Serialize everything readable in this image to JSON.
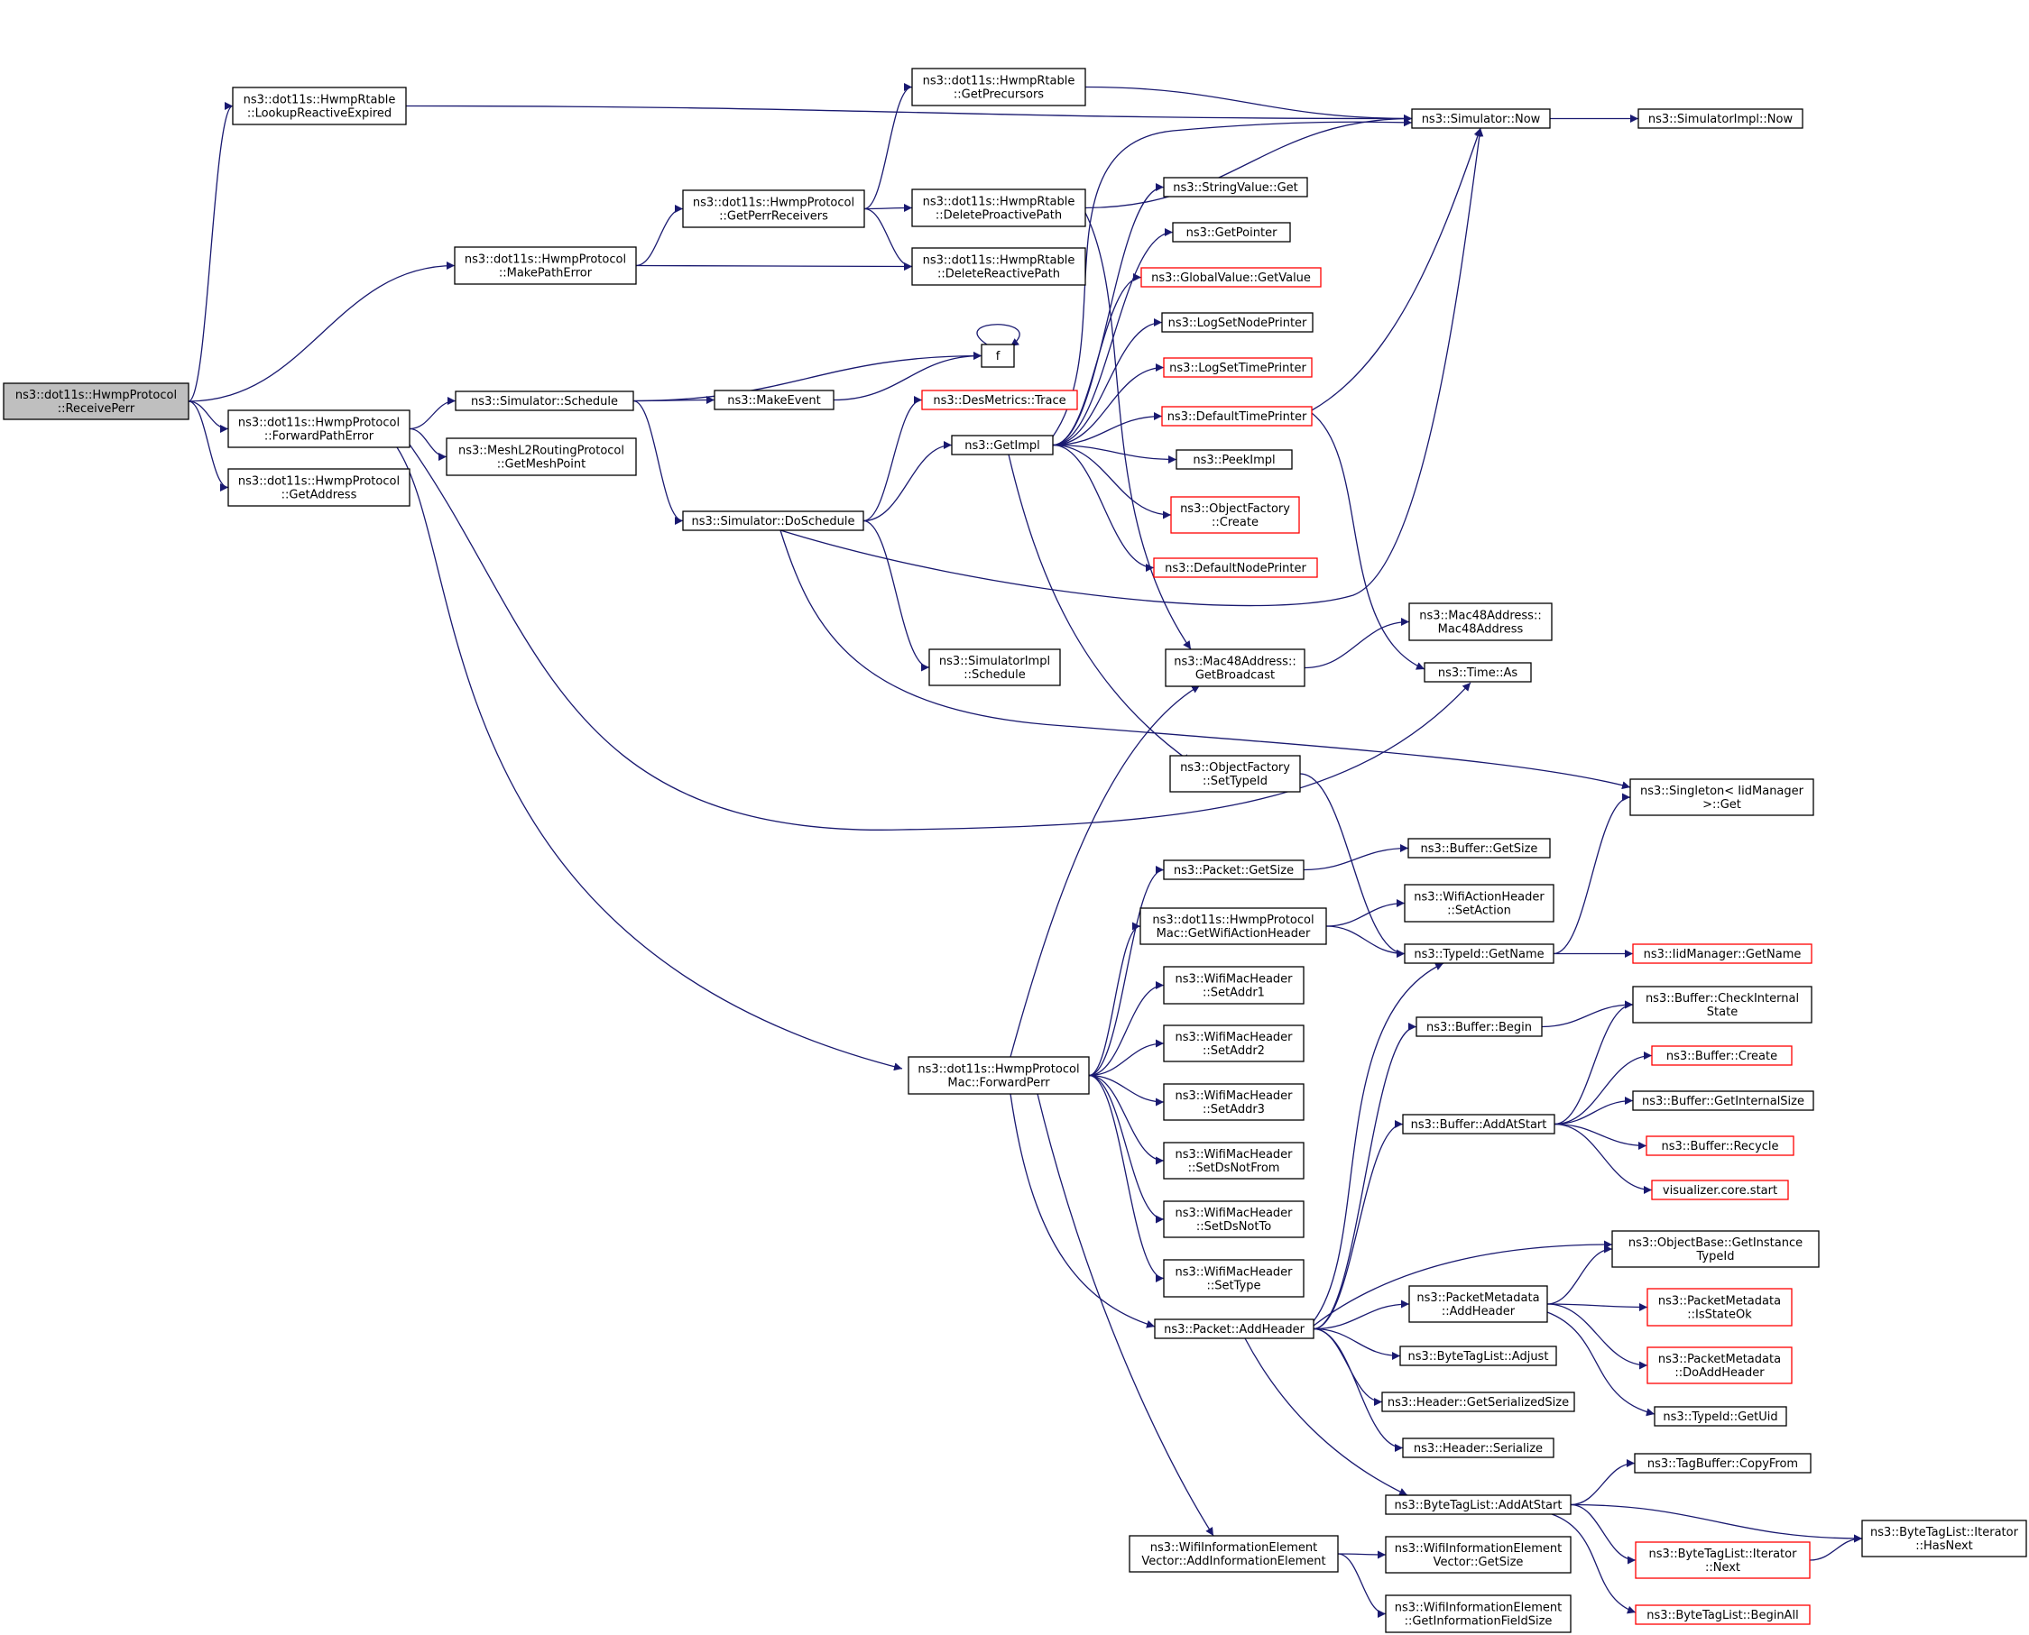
{
  "graph": {
    "nodes": [
      {
        "id": "receivePerr",
        "lines": [
          "ns3::dot11s::HwmpProtocol",
          "::ReceivePerr"
        ],
        "red": false,
        "root": true
      },
      {
        "id": "lookupReactiveExpired",
        "lines": [
          "ns3::dot11s::HwmpRtable",
          "::LookupReactiveExpired"
        ],
        "red": false
      },
      {
        "id": "makePathError",
        "lines": [
          "ns3::dot11s::HwmpProtocol",
          "::MakePathError"
        ],
        "red": false
      },
      {
        "id": "forwardPathError",
        "lines": [
          "ns3::dot11s::HwmpProtocol",
          "::ForwardPathError"
        ],
        "red": false
      },
      {
        "id": "getAddress",
        "lines": [
          "ns3::dot11s::HwmpProtocol",
          "::GetAddress"
        ],
        "red": false
      },
      {
        "id": "getPerrReceivers",
        "lines": [
          "ns3::dot11s::HwmpProtocol",
          "::GetPerrReceivers"
        ],
        "red": false
      },
      {
        "id": "getPrecursors",
        "lines": [
          "ns3::dot11s::HwmpRtable",
          "::GetPrecursors"
        ],
        "red": false
      },
      {
        "id": "deleteProactivePath",
        "lines": [
          "ns3::dot11s::HwmpRtable",
          "::DeleteProactivePath"
        ],
        "red": false
      },
      {
        "id": "deleteReactivePath",
        "lines": [
          "ns3::dot11s::HwmpRtable",
          "::DeleteReactivePath"
        ],
        "red": false
      },
      {
        "id": "simSchedule",
        "lines": [
          "ns3::Simulator::Schedule"
        ],
        "red": false
      },
      {
        "id": "getMeshPoint",
        "lines": [
          "ns3::MeshL2RoutingProtocol",
          "::GetMeshPoint"
        ],
        "red": false
      },
      {
        "id": "f",
        "lines": [
          "f"
        ],
        "red": false
      },
      {
        "id": "makeEvent",
        "lines": [
          "ns3::MakeEvent"
        ],
        "red": false
      },
      {
        "id": "desMetricsTrace",
        "lines": [
          "ns3::DesMetrics::Trace"
        ],
        "red": true
      },
      {
        "id": "getImpl",
        "lines": [
          "ns3::GetImpl"
        ],
        "red": false
      },
      {
        "id": "doSchedule",
        "lines": [
          "ns3::Simulator::DoSchedule"
        ],
        "red": false
      },
      {
        "id": "simImplSchedule",
        "lines": [
          "ns3::SimulatorImpl",
          "::Schedule"
        ],
        "red": false
      },
      {
        "id": "simNow",
        "lines": [
          "ns3::Simulator::Now"
        ],
        "red": false
      },
      {
        "id": "simImplNow",
        "lines": [
          "ns3::SimulatorImpl::Now"
        ],
        "red": false
      },
      {
        "id": "stringValueGet",
        "lines": [
          "ns3::StringValue::Get"
        ],
        "red": false
      },
      {
        "id": "getPointer",
        "lines": [
          "ns3::GetPointer"
        ],
        "red": false
      },
      {
        "id": "globalValueGetValue",
        "lines": [
          "ns3::GlobalValue::GetValue"
        ],
        "red": true
      },
      {
        "id": "logSetNodePrinter",
        "lines": [
          "ns3::LogSetNodePrinter"
        ],
        "red": false
      },
      {
        "id": "logSetTimePrinter",
        "lines": [
          "ns3::LogSetTimePrinter"
        ],
        "red": true
      },
      {
        "id": "defaultTimePrinter",
        "lines": [
          "ns3::DefaultTimePrinter"
        ],
        "red": true
      },
      {
        "id": "peekImpl",
        "lines": [
          "ns3::PeekImpl"
        ],
        "red": false
      },
      {
        "id": "objectFactoryCreate",
        "lines": [
          "ns3::ObjectFactory",
          "::Create"
        ],
        "red": true
      },
      {
        "id": "defaultNodePrinter",
        "lines": [
          "ns3::DefaultNodePrinter"
        ],
        "red": true
      },
      {
        "id": "mac48Mac48",
        "lines": [
          "ns3::Mac48Address::",
          "Mac48Address"
        ],
        "red": false
      },
      {
        "id": "mac48GetBroadcast",
        "lines": [
          "ns3::Mac48Address::",
          "GetBroadcast"
        ],
        "red": false
      },
      {
        "id": "timeAs",
        "lines": [
          "ns3::Time::As"
        ],
        "red": false
      },
      {
        "id": "objectFactorySetTypeId",
        "lines": [
          "ns3::ObjectFactory",
          "::SetTypeId"
        ],
        "red": false
      },
      {
        "id": "singletonGet",
        "lines": [
          "ns3::Singleton< IidManager",
          ">::Get"
        ],
        "red": false
      },
      {
        "id": "packetGetSize",
        "lines": [
          "ns3::Packet::GetSize"
        ],
        "red": false
      },
      {
        "id": "bufferGetSize",
        "lines": [
          "ns3::Buffer::GetSize"
        ],
        "red": false
      },
      {
        "id": "getWifiActionHeader",
        "lines": [
          "ns3::dot11s::HwmpProtocol",
          "Mac::GetWifiActionHeader"
        ],
        "red": false
      },
      {
        "id": "wifiActionSetAction",
        "lines": [
          "ns3::WifiActionHeader",
          "::SetAction"
        ],
        "red": false
      },
      {
        "id": "typeIdGetName",
        "lines": [
          "ns3::TypeId::GetName"
        ],
        "red": false
      },
      {
        "id": "iidManagerGetName",
        "lines": [
          "ns3::IidManager::GetName"
        ],
        "red": true
      },
      {
        "id": "setAddr1",
        "lines": [
          "ns3::WifiMacHeader",
          "::SetAddr1"
        ],
        "red": false
      },
      {
        "id": "setAddr2",
        "lines": [
          "ns3::WifiMacHeader",
          "::SetAddr2"
        ],
        "red": false
      },
      {
        "id": "setAddr3",
        "lines": [
          "ns3::WifiMacHeader",
          "::SetAddr3"
        ],
        "red": false
      },
      {
        "id": "setDsNotFrom",
        "lines": [
          "ns3::WifiMacHeader",
          "::SetDsNotFrom"
        ],
        "red": false
      },
      {
        "id": "setDsNotTo",
        "lines": [
          "ns3::WifiMacHeader",
          "::SetDsNotTo"
        ],
        "red": false
      },
      {
        "id": "setType",
        "lines": [
          "ns3::WifiMacHeader",
          "::SetType"
        ],
        "red": false
      },
      {
        "id": "macForwardPerr",
        "lines": [
          "ns3::dot11s::HwmpProtocol",
          "Mac::ForwardPerr"
        ],
        "red": false
      },
      {
        "id": "bufferBegin",
        "lines": [
          "ns3::Buffer::Begin"
        ],
        "red": false
      },
      {
        "id": "bufferCheckInternalState",
        "lines": [
          "ns3::Buffer::CheckInternal",
          "State"
        ],
        "red": false
      },
      {
        "id": "bufferCreate",
        "lines": [
          "ns3::Buffer::Create"
        ],
        "red": true
      },
      {
        "id": "bufferAddAtStart",
        "lines": [
          "ns3::Buffer::AddAtStart"
        ],
        "red": false
      },
      {
        "id": "bufferGetInternalSize",
        "lines": [
          "ns3::Buffer::GetInternalSize"
        ],
        "red": false
      },
      {
        "id": "bufferRecycle",
        "lines": [
          "ns3::Buffer::Recycle"
        ],
        "red": true
      },
      {
        "id": "visualizerCoreStart",
        "lines": [
          "visualizer.core.start"
        ],
        "red": true
      },
      {
        "id": "objectBaseGetInstanceTypeId",
        "lines": [
          "ns3::ObjectBase::GetInstance",
          "TypeId"
        ],
        "red": false
      },
      {
        "id": "packetMetadataAddHeader",
        "lines": [
          "ns3::PacketMetadata",
          "::AddHeader"
        ],
        "red": false
      },
      {
        "id": "packetMetadataIsStateOk",
        "lines": [
          "ns3::PacketMetadata",
          "::IsStateOk"
        ],
        "red": true
      },
      {
        "id": "packetAddHeader",
        "lines": [
          "ns3::Packet::AddHeader"
        ],
        "red": false
      },
      {
        "id": "packetMetadataDoAddHeader",
        "lines": [
          "ns3::PacketMetadata",
          "::DoAddHeader"
        ],
        "red": true
      },
      {
        "id": "byteTagListAdjust",
        "lines": [
          "ns3::ByteTagList::Adjust"
        ],
        "red": false
      },
      {
        "id": "typeIdGetUid",
        "lines": [
          "ns3::TypeId::GetUid"
        ],
        "red": false
      },
      {
        "id": "headerGetSerializedSize",
        "lines": [
          "ns3::Header::GetSerializedSize"
        ],
        "red": false
      },
      {
        "id": "headerSerialize",
        "lines": [
          "ns3::Header::Serialize"
        ],
        "red": false
      },
      {
        "id": "tagBufferCopyFrom",
        "lines": [
          "ns3::TagBuffer::CopyFrom"
        ],
        "red": false
      },
      {
        "id": "byteTagListAddAtStart",
        "lines": [
          "ns3::ByteTagList::AddAtStart"
        ],
        "red": false
      },
      {
        "id": "iteratorHasNext",
        "lines": [
          "ns3::ByteTagList::Iterator",
          "::HasNext"
        ],
        "red": false
      },
      {
        "id": "iteratorNext",
        "lines": [
          "ns3::ByteTagList::Iterator",
          "::Next"
        ],
        "red": true
      },
      {
        "id": "byteTagListBeginAll",
        "lines": [
          "ns3::ByteTagList::BeginAll"
        ],
        "red": true
      },
      {
        "id": "addInformationElement",
        "lines": [
          "ns3::WifiInformationElement",
          "Vector::AddInformationElement"
        ],
        "red": false
      },
      {
        "id": "wieVectorGetSize",
        "lines": [
          "ns3::WifiInformationElement",
          "Vector::GetSize"
        ],
        "red": false
      },
      {
        "id": "getInformationFieldSize",
        "lines": [
          "ns3::WifiInformationElement",
          "::GetInformationFieldSize"
        ],
        "red": false
      }
    ],
    "edges": [
      [
        "receivePerr",
        "lookupReactiveExpired"
      ],
      [
        "receivePerr",
        "makePathError"
      ],
      [
        "receivePerr",
        "forwardPathError"
      ],
      [
        "receivePerr",
        "getAddress"
      ],
      [
        "lookupReactiveExpired",
        "simNow"
      ],
      [
        "makePathError",
        "getPerrReceivers"
      ],
      [
        "makePathError",
        "deleteReactivePath"
      ],
      [
        "getPerrReceivers",
        "getPrecursors"
      ],
      [
        "getPerrReceivers",
        "deleteProactivePath"
      ],
      [
        "getPerrReceivers",
        "deleteReactivePath"
      ],
      [
        "getPrecursors",
        "simNow"
      ],
      [
        "deleteProactivePath",
        "simNow"
      ],
      [
        "deleteProactivePath",
        "mac48GetBroadcast"
      ],
      [
        "forwardPathError",
        "simSchedule"
      ],
      [
        "forwardPathError",
        "getMeshPoint"
      ],
      [
        "forwardPathError",
        "macForwardPerr"
      ],
      [
        "forwardPathError",
        "timeAs"
      ],
      [
        "simSchedule",
        "f"
      ],
      [
        "simSchedule",
        "makeEvent"
      ],
      [
        "simSchedule",
        "doSchedule"
      ],
      [
        "makeEvent",
        "f"
      ],
      [
        "f",
        "f"
      ],
      [
        "doSchedule",
        "desMetricsTrace"
      ],
      [
        "doSchedule",
        "getImpl"
      ],
      [
        "doSchedule",
        "simImplSchedule"
      ],
      [
        "doSchedule",
        "simNow"
      ],
      [
        "doSchedule",
        "singletonGet"
      ],
      [
        "getImpl",
        "simNow"
      ],
      [
        "getImpl",
        "stringValueGet"
      ],
      [
        "getImpl",
        "getPointer"
      ],
      [
        "getImpl",
        "globalValueGetValue"
      ],
      [
        "getImpl",
        "logSetNodePrinter"
      ],
      [
        "getImpl",
        "logSetTimePrinter"
      ],
      [
        "getImpl",
        "defaultTimePrinter"
      ],
      [
        "getImpl",
        "peekImpl"
      ],
      [
        "getImpl",
        "objectFactoryCreate"
      ],
      [
        "getImpl",
        "defaultNodePrinter"
      ],
      [
        "getImpl",
        "objectFactorySetTypeId"
      ],
      [
        "simNow",
        "simImplNow"
      ],
      [
        "defaultTimePrinter",
        "simNow"
      ],
      [
        "defaultTimePrinter",
        "timeAs"
      ],
      [
        "mac48GetBroadcast",
        "mac48Mac48"
      ],
      [
        "objectFactorySetTypeId",
        "typeIdGetName"
      ],
      [
        "typeIdGetName",
        "singletonGet"
      ],
      [
        "typeIdGetName",
        "iidManagerGetName"
      ],
      [
        "macForwardPerr",
        "mac48GetBroadcast"
      ],
      [
        "macForwardPerr",
        "packetGetSize"
      ],
      [
        "macForwardPerr",
        "getWifiActionHeader"
      ],
      [
        "macForwardPerr",
        "setAddr1"
      ],
      [
        "macForwardPerr",
        "setAddr2"
      ],
      [
        "macForwardPerr",
        "setAddr3"
      ],
      [
        "macForwardPerr",
        "setDsNotFrom"
      ],
      [
        "macForwardPerr",
        "setDsNotTo"
      ],
      [
        "macForwardPerr",
        "setType"
      ],
      [
        "macForwardPerr",
        "packetAddHeader"
      ],
      [
        "macForwardPerr",
        "addInformationElement"
      ],
      [
        "packetGetSize",
        "bufferGetSize"
      ],
      [
        "getWifiActionHeader",
        "wifiActionSetAction"
      ],
      [
        "getWifiActionHeader",
        "typeIdGetName"
      ],
      [
        "packetAddHeader",
        "typeIdGetName"
      ],
      [
        "packetAddHeader",
        "bufferBegin"
      ],
      [
        "packetAddHeader",
        "bufferAddAtStart"
      ],
      [
        "packetAddHeader",
        "objectBaseGetInstanceTypeId"
      ],
      [
        "packetAddHeader",
        "packetMetadataAddHeader"
      ],
      [
        "packetAddHeader",
        "byteTagListAdjust"
      ],
      [
        "packetAddHeader",
        "headerGetSerializedSize"
      ],
      [
        "packetAddHeader",
        "headerSerialize"
      ],
      [
        "packetAddHeader",
        "byteTagListAddAtStart"
      ],
      [
        "bufferBegin",
        "bufferCheckInternalState"
      ],
      [
        "bufferAddAtStart",
        "bufferCheckInternalState"
      ],
      [
        "bufferAddAtStart",
        "bufferCreate"
      ],
      [
        "bufferAddAtStart",
        "bufferGetInternalSize"
      ],
      [
        "bufferAddAtStart",
        "bufferRecycle"
      ],
      [
        "bufferAddAtStart",
        "visualizerCoreStart"
      ],
      [
        "packetMetadataAddHeader",
        "objectBaseGetInstanceTypeId"
      ],
      [
        "packetMetadataAddHeader",
        "packetMetadataIsStateOk"
      ],
      [
        "packetMetadataAddHeader",
        "packetMetadataDoAddHeader"
      ],
      [
        "packetMetadataAddHeader",
        "typeIdGetUid"
      ],
      [
        "byteTagListAddAtStart",
        "tagBufferCopyFrom"
      ],
      [
        "byteTagListAddAtStart",
        "iteratorHasNext"
      ],
      [
        "byteTagListAddAtStart",
        "iteratorNext"
      ],
      [
        "byteTagListAddAtStart",
        "byteTagListBeginAll"
      ],
      [
        "iteratorNext",
        "iteratorHasNext"
      ],
      [
        "addInformationElement",
        "wieVectorGetSize"
      ],
      [
        "addInformationElement",
        "getInformationFieldSize"
      ]
    ]
  }
}
